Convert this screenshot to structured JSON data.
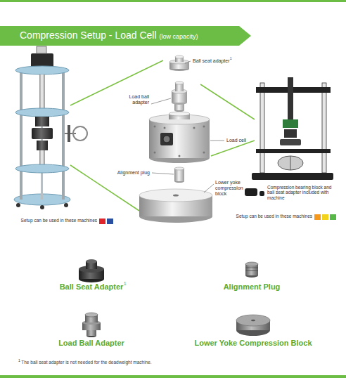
{
  "diagram": {
    "title": "Compression Setup - Load Cell",
    "labels": [
      "(low capacity)",
      "Ball seat adapter",
      "1",
      "Load ball adapter",
      "Load cell",
      "Alignment plug",
      "Lower yoke compression block",
      "Setup can be used in these machines",
      "Compression bearing block and ball seat adapter included with machine",
      "Setup can be used in these machines",
      "Ball Seat Adapter",
      "1",
      "Alignment Plug",
      "Load Ball Adapter",
      "Lower Yoke Compression Block",
      "1",
      "The ball seat adapter is not needed for the deadweight machine."
    ]
  }
}
